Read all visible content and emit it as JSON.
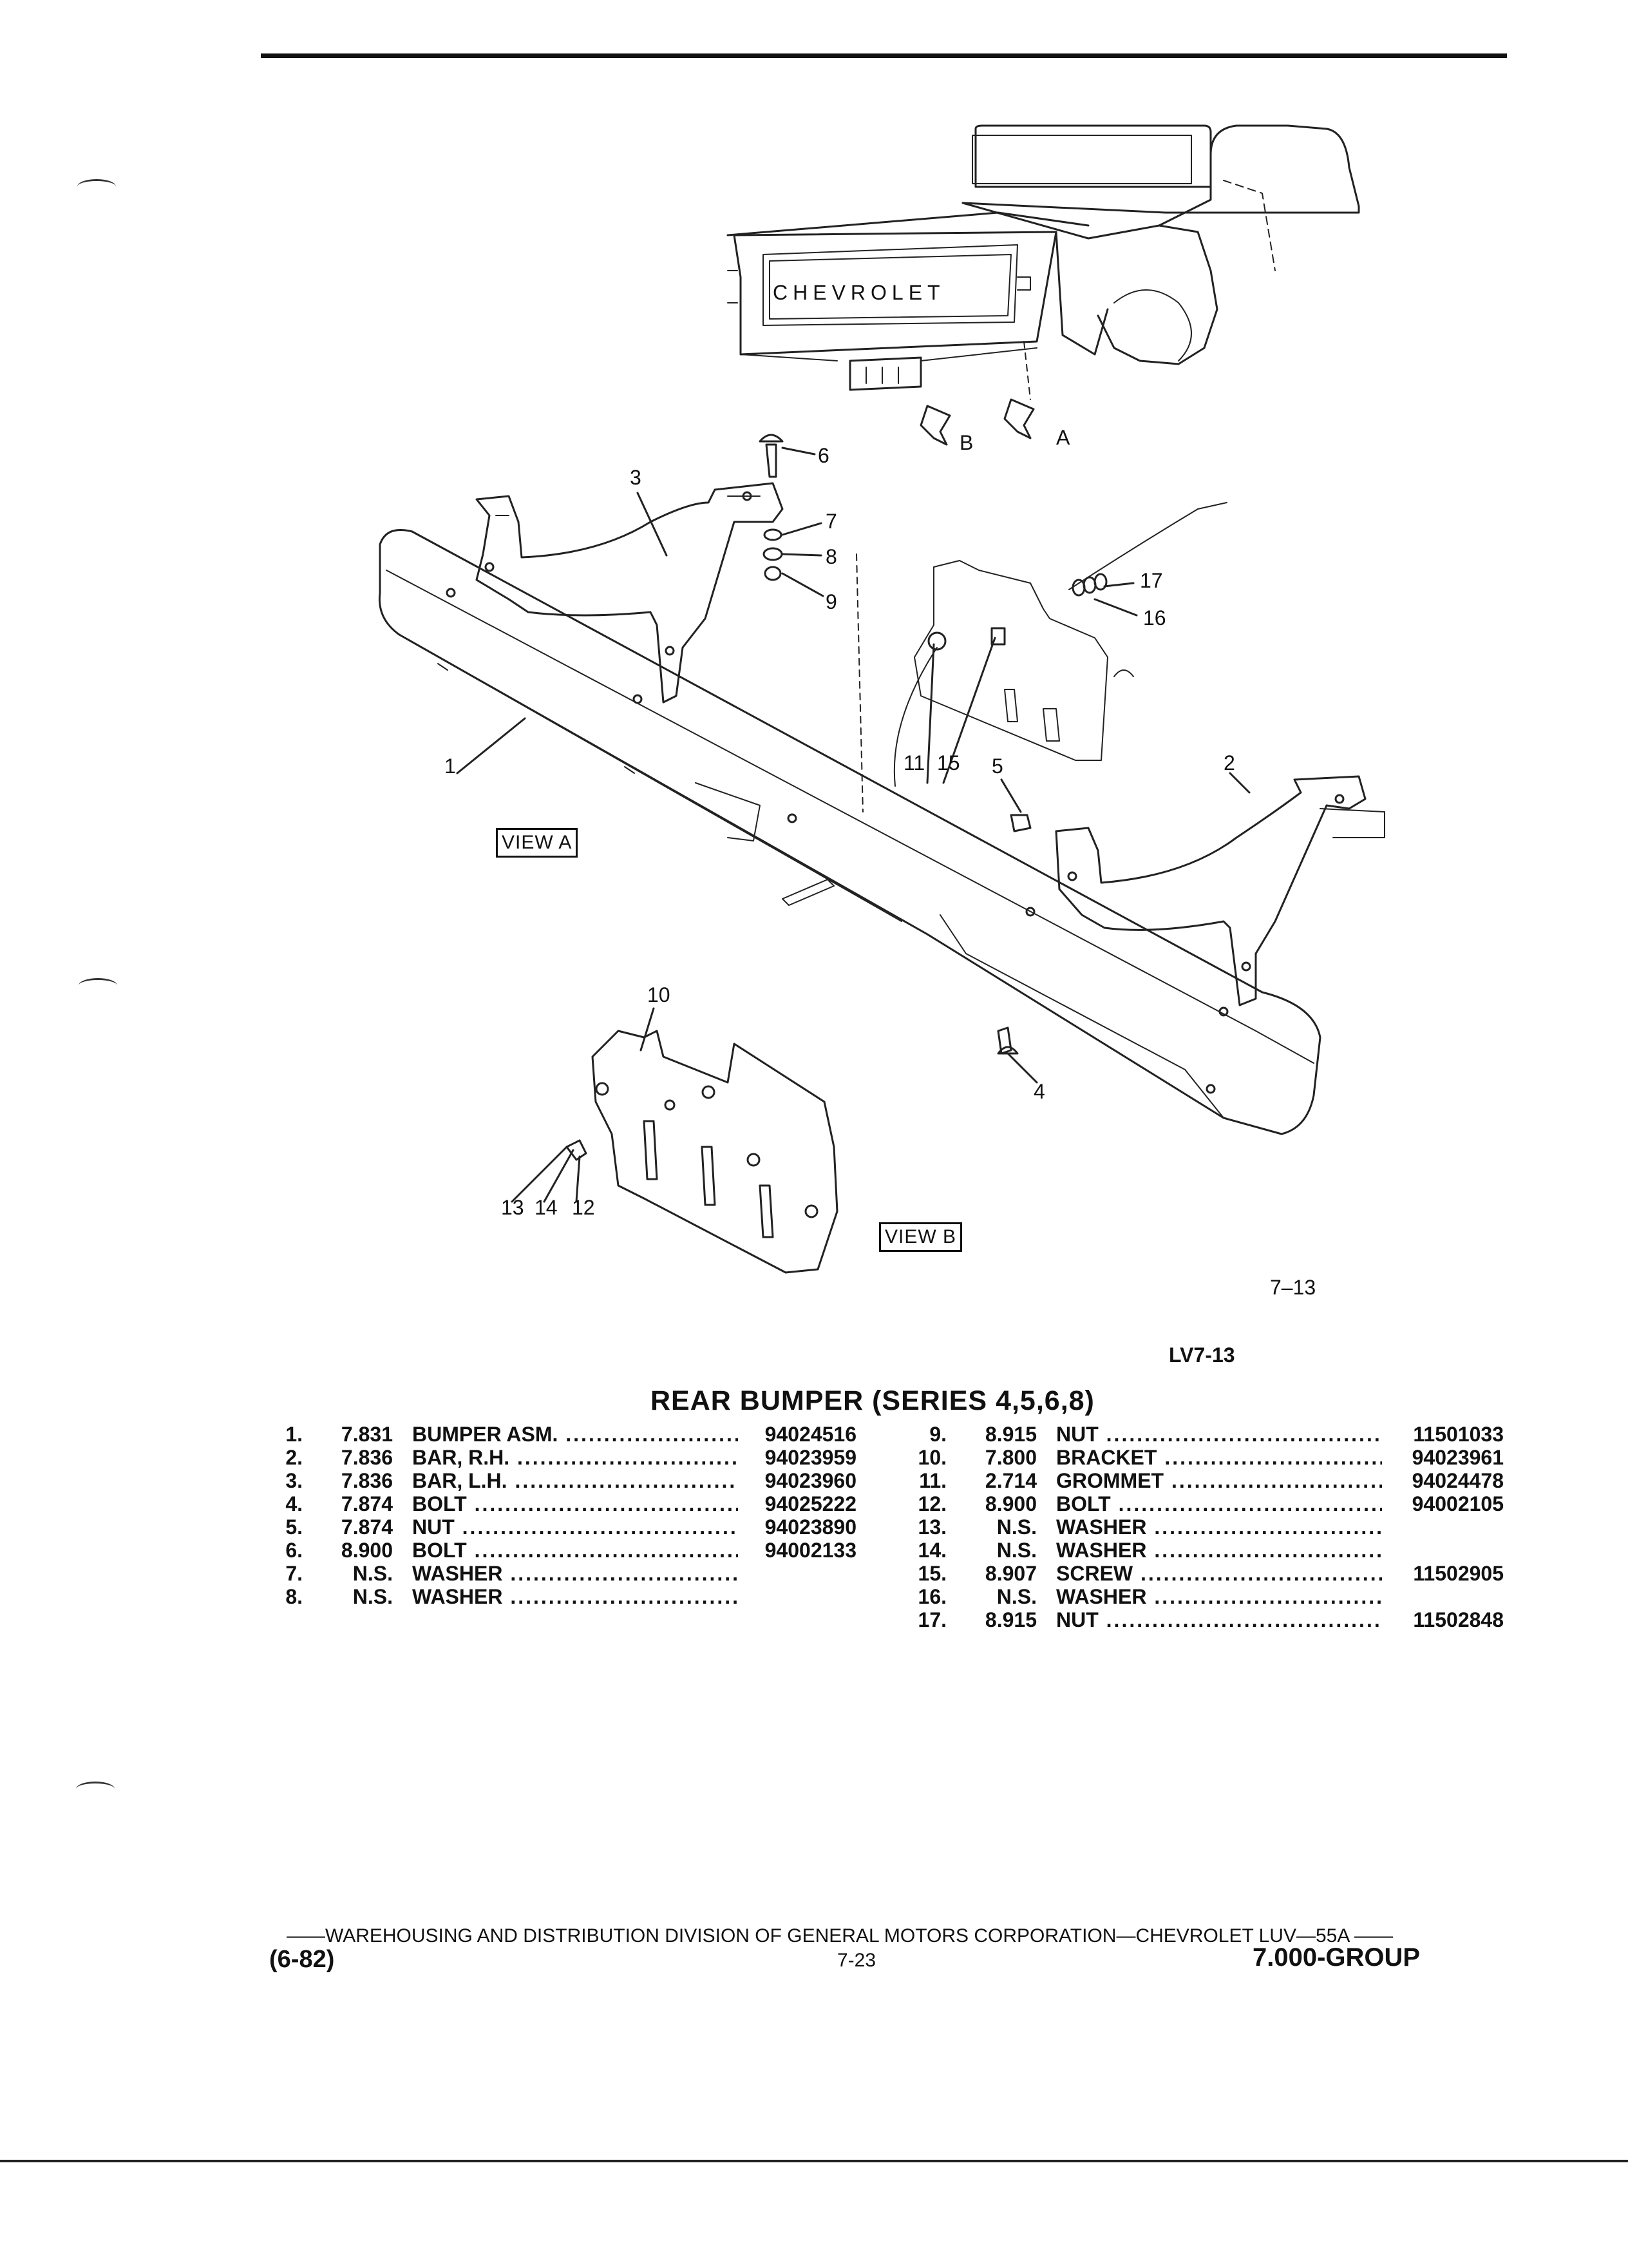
{
  "diagram": {
    "tailgate_lettering": "CHEVROLET",
    "view_arrow_a": "A",
    "view_arrow_b": "B",
    "callouts": [
      "1",
      "2",
      "3",
      "4",
      "5",
      "6",
      "7",
      "8",
      "9",
      "10",
      "11",
      "12",
      "13",
      "14",
      "15",
      "16",
      "17"
    ],
    "view_a_label": "VIEW A",
    "view_b_label": "VIEW B",
    "figure_number": "7–13"
  },
  "document_code": "LV7-13",
  "section_title": "REAR BUMPER (SERIES 4,5,6,8)",
  "parts_left": [
    {
      "num": "1.",
      "cls": "7.831",
      "name": "BUMPER ASM.",
      "pn": "94024516"
    },
    {
      "num": "2.",
      "cls": "7.836",
      "name": "BAR, R.H.",
      "pn": "94023959"
    },
    {
      "num": "3.",
      "cls": "7.836",
      "name": "BAR, L.H.",
      "pn": "94023960"
    },
    {
      "num": "4.",
      "cls": "7.874",
      "name": "BOLT",
      "pn": "94025222"
    },
    {
      "num": "5.",
      "cls": "7.874",
      "name": "NUT",
      "pn": "94023890"
    },
    {
      "num": "6.",
      "cls": "8.900",
      "name": "BOLT",
      "pn": "94002133"
    },
    {
      "num": "7.",
      "cls": "N.S.",
      "name": "WASHER",
      "pn": ""
    },
    {
      "num": "8.",
      "cls": "N.S.",
      "name": "WASHER",
      "pn": ""
    }
  ],
  "parts_right": [
    {
      "num": "9.",
      "cls": "8.915",
      "name": "NUT",
      "pn": "11501033"
    },
    {
      "num": "10.",
      "cls": "7.800",
      "name": "BRACKET",
      "pn": "94023961"
    },
    {
      "num": "11.",
      "cls": "2.714",
      "name": "GROMMET",
      "pn": "94024478"
    },
    {
      "num": "12.",
      "cls": "8.900",
      "name": "BOLT",
      "pn": "94002105"
    },
    {
      "num": "13.",
      "cls": "N.S.",
      "name": "WASHER",
      "pn": ""
    },
    {
      "num": "14.",
      "cls": "N.S.",
      "name": "WASHER",
      "pn": ""
    },
    {
      "num": "15.",
      "cls": "8.907",
      "name": "SCREW",
      "pn": "11502905"
    },
    {
      "num": "16.",
      "cls": "N.S.",
      "name": "WASHER",
      "pn": ""
    },
    {
      "num": "17.",
      "cls": "8.915",
      "name": "NUT",
      "pn": "11502848"
    }
  ],
  "footer": {
    "division_line": "——WAREHOUSING AND DISTRIBUTION DIVISION OF GENERAL MOTORS CORPORATION—CHEVROLET LUV—55A ——",
    "date": "(6-82)",
    "page": "7-23",
    "group": "7.000-GROUP"
  }
}
